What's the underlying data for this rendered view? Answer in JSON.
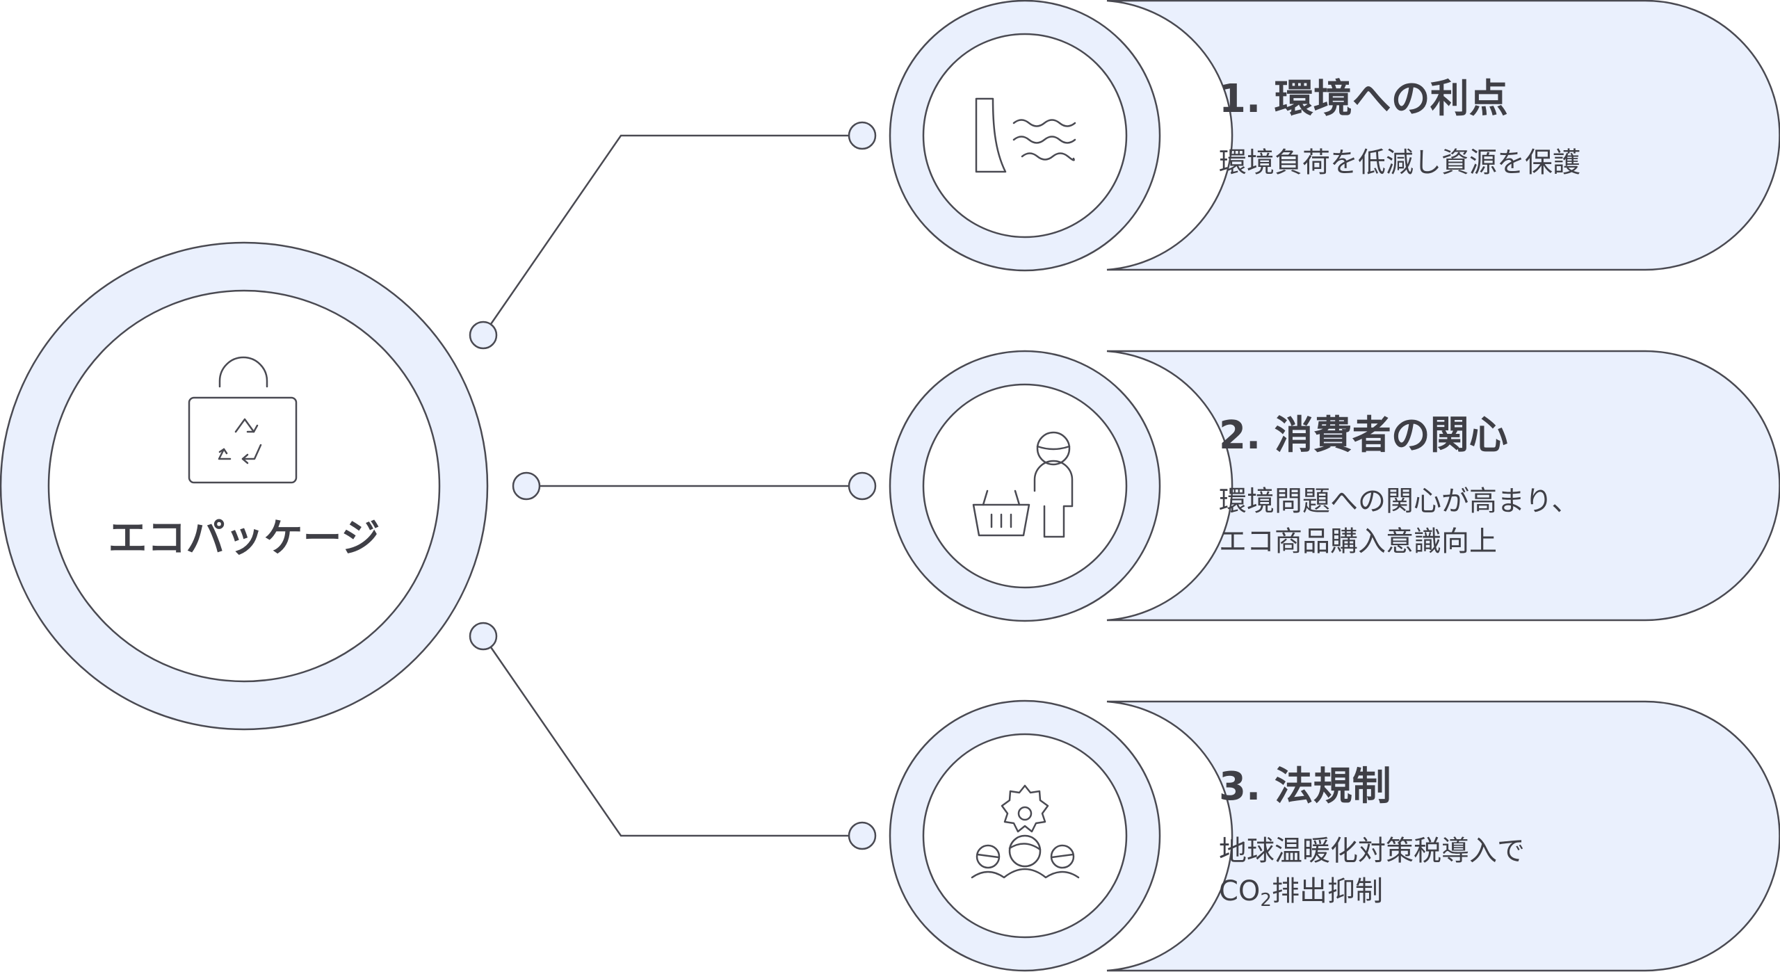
{
  "center": {
    "label": "エコパッケージ",
    "icon": "eco-bag-recycle-icon"
  },
  "items": [
    {
      "title": "1. 環境への利点",
      "desc_lines": [
        "環境負荷を低減し資源を保護"
      ],
      "icon": "dam-water-icon"
    },
    {
      "title": "2. 消費者の関心",
      "desc_lines": [
        "環境問題への関心が高まり、",
        "エコ商品購入意識向上"
      ],
      "icon": "shopper-basket-icon"
    },
    {
      "title": "3. 法規制",
      "desc_lines": [
        "地球温暖化対策税導入で",
        "排出抑制"
      ],
      "co2": {
        "prefix": "CO",
        "subscript": "2"
      },
      "icon": "gear-molecules-icon"
    }
  ],
  "colors": {
    "fill": "#eaf0fd",
    "stroke": "#4a4a52",
    "text": "#3f3f46",
    "background": "#ffffff"
  }
}
